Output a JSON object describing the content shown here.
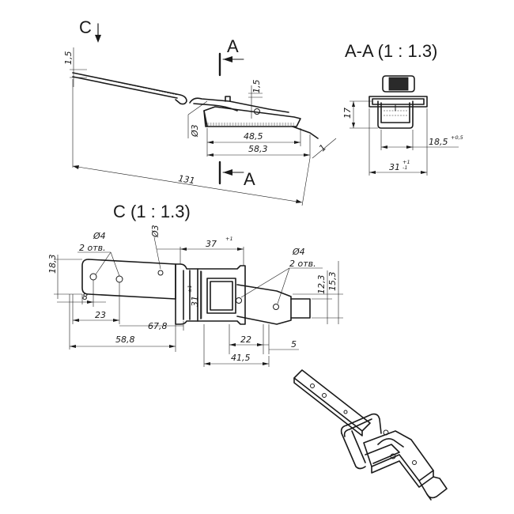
{
  "views": {
    "c_marker": "C",
    "section_marker": "A",
    "section_title": "A-A (1 : 1.3)",
    "detail_title": "C (1 : 1.3)"
  },
  "side_view": {
    "dims": {
      "t1": "1,5",
      "t2": "1,5",
      "hole": "Ø3",
      "d48": "48,5",
      "d58": "58,3",
      "d1": "1",
      "d131": "131"
    }
  },
  "section_view": {
    "dims": {
      "h17": "17",
      "w18": "18,5",
      "w18_tol": "+0,5",
      "w31": "31",
      "w31_tol_up": "+1",
      "w31_tol_dn": "-1"
    }
  },
  "plan_view": {
    "dims": {
      "hole_left_dia": "Ø4",
      "hole_left_count": "2 отв.",
      "hole_mid_dia": "Ø3",
      "d37": "37",
      "d37_tol": "+1",
      "hole_right_dia": "Ø4",
      "hole_right_count": "2 отв.",
      "d18_3": "18,3",
      "d31": "31",
      "d31_tol": "±1",
      "d12_3": "12,3",
      "d15_3": "15,3",
      "d8": "8",
      "d23": "23",
      "d67_8": "67,8",
      "d58_8": "58,8",
      "d22": "22",
      "d5": "5",
      "d41_5": "41,5"
    }
  }
}
